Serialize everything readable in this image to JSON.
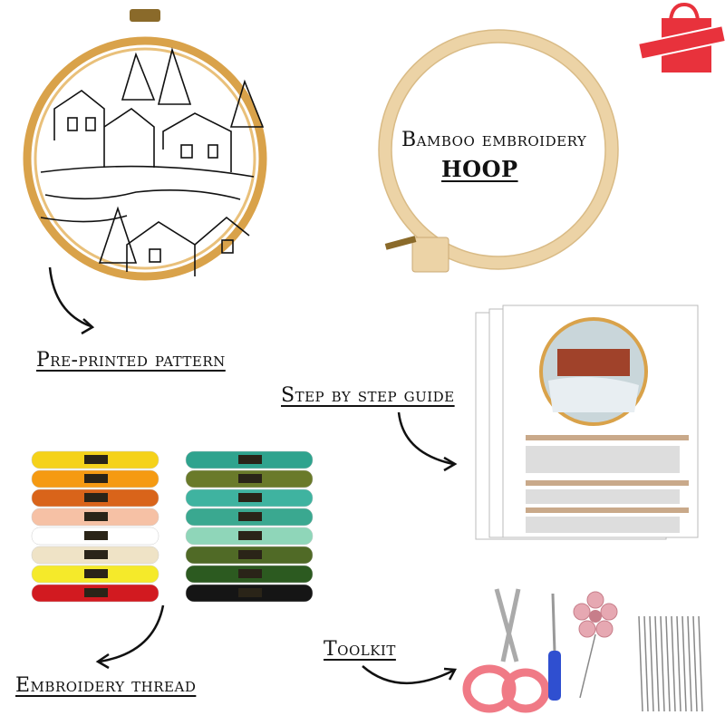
{
  "labels": {
    "hoop_line1": "Bamboo embroidery",
    "hoop_line2": "HOOP",
    "pattern": "Pre-printed pattern",
    "guide": "Step by step guide",
    "thread": "Embroidery thread",
    "toolkit": "Toolkit"
  },
  "colors": {
    "logo_red": "#e8323c",
    "hoop_gold": "#d9a24a",
    "bamboo": "#ecd3a6",
    "scissors_pink": "#f07a86",
    "ripper_blue": "#2f4fd0"
  },
  "threads_left": [
    "#f5d21a",
    "#f59a12",
    "#d9641a",
    "#f6c1a5",
    "#ffffff",
    "#efe3c6",
    "#f5ea2a",
    "#d21a20"
  ],
  "threads_right": [
    "#2fa38e",
    "#6a7a2a",
    "#3fb3a0",
    "#3aa890",
    "#8fd6b9",
    "#506a26",
    "#2c5a20",
    "#151515"
  ]
}
